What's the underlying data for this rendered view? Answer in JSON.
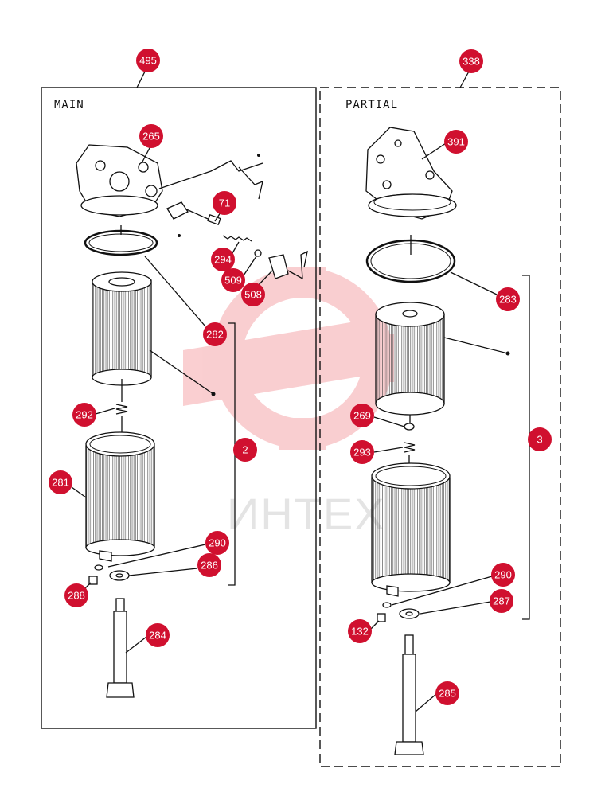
{
  "sections": {
    "main": {
      "label": "MAIN",
      "callout": "495"
    },
    "partial": {
      "label": "PARTIAL",
      "callout": "338"
    }
  },
  "watermark": {
    "text": "ИНТЕХ"
  },
  "callouts": {
    "c265": "265",
    "c71": "71",
    "c294": "294",
    "c509": "509",
    "c508": "508",
    "c282": "282",
    "c292": "292",
    "c2": "2",
    "c281": "281",
    "c290a": "290",
    "c286": "286",
    "c288": "288",
    "c284": "284",
    "c391": "391",
    "c283": "283",
    "c269": "269",
    "c293": "293",
    "c3": "3",
    "c290b": "290",
    "c287": "287",
    "c132": "132",
    "c285": "285"
  },
  "colors": {
    "callout_fill": "#d0102f",
    "line": "#111111",
    "watermark": "#e8232f"
  }
}
